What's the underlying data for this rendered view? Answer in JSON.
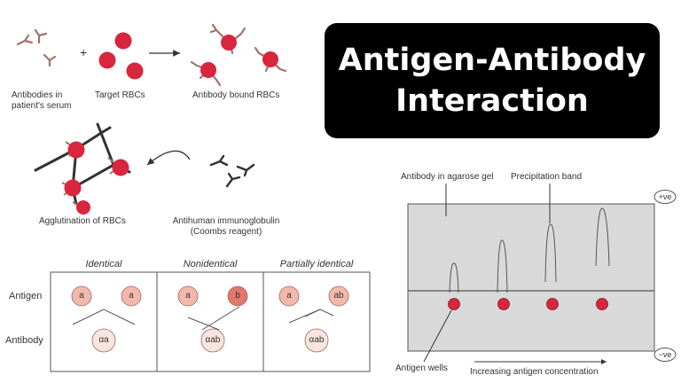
{
  "title": {
    "line1": "Antigen-Antibody",
    "line2": "Interaction"
  },
  "agglutination": {
    "antibodies_label": "Antibodies in patient's serum",
    "plus": "+",
    "target_label": "Target RBCs",
    "bound_label": "Antibody bound RBCs",
    "agglutination_label": "Agglutination of RBCs",
    "coombs_label_1": "Antihuman immunoglobulin",
    "coombs_label_2": "(Coombs reagent)"
  },
  "immunodiffusion": {
    "headers": [
      "Identical",
      "Nonidentical",
      "Partially identical"
    ],
    "row_antigen": "Antigen",
    "row_antibody": "Antibody",
    "panels": [
      {
        "antigen_left": "a",
        "antigen_right": "a",
        "antibody": "αa"
      },
      {
        "antigen_left": "a",
        "antigen_right": "b",
        "antibody": "αab"
      },
      {
        "antigen_left": "a",
        "antigen_right": "ab",
        "antibody": "αab"
      }
    ]
  },
  "electrophoresis": {
    "gel_label": "Antibody in agarose gel",
    "band_label": "Precipitation band",
    "pos_label": "+ve",
    "neg_label": "−ve",
    "wells_label": "Antigen wells",
    "concentration_label": "Increasing antigen concentration"
  },
  "colors": {
    "rbc": "#d7263d",
    "antibody": "#a0736b",
    "antigen_light": "#f3b8ac",
    "antigen_dark": "#e2776a",
    "antibody_circle": "#f9e5df",
    "gel": "#d9d9d9"
  }
}
